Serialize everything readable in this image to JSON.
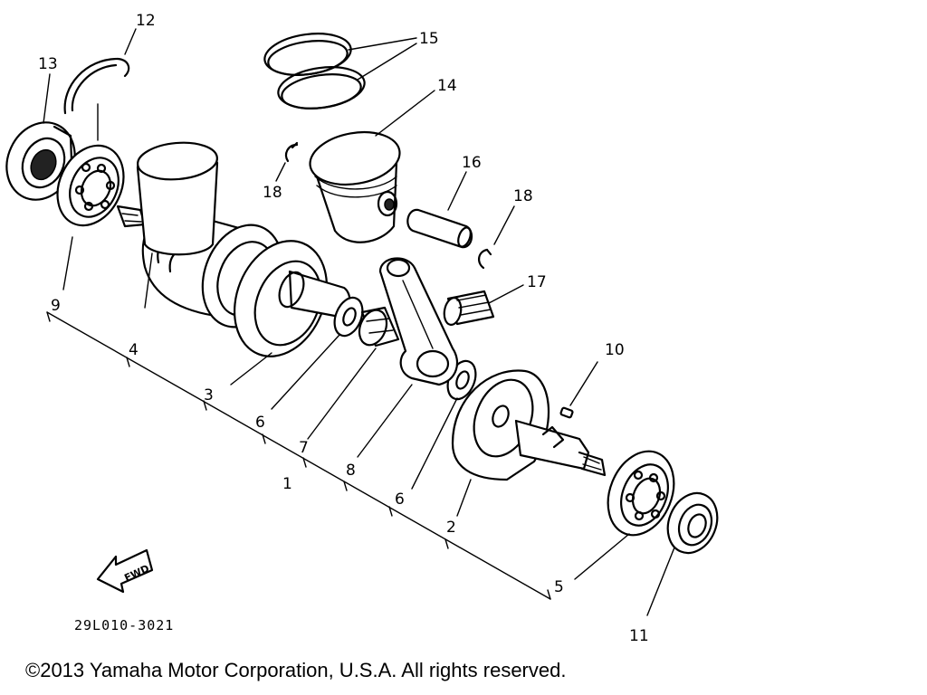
{
  "diagram": {
    "part_code": "29L010-3021",
    "fwd_label": "FWD",
    "callouts": {
      "c1": "1",
      "c2": "2",
      "c3": "3",
      "c4": "4",
      "c5": "5",
      "c6a": "6",
      "c6b": "6",
      "c7": "7",
      "c8": "8",
      "c9": "9",
      "c10": "10",
      "c11": "11",
      "c12": "12",
      "c13": "13",
      "c14": "14",
      "c15": "15",
      "c16": "16",
      "c17": "17",
      "c18a": "18",
      "c18b": "18"
    }
  },
  "footer": {
    "copyright": "©2013 Yamaha Motor Corporation, U.S.A. All rights reserved."
  }
}
